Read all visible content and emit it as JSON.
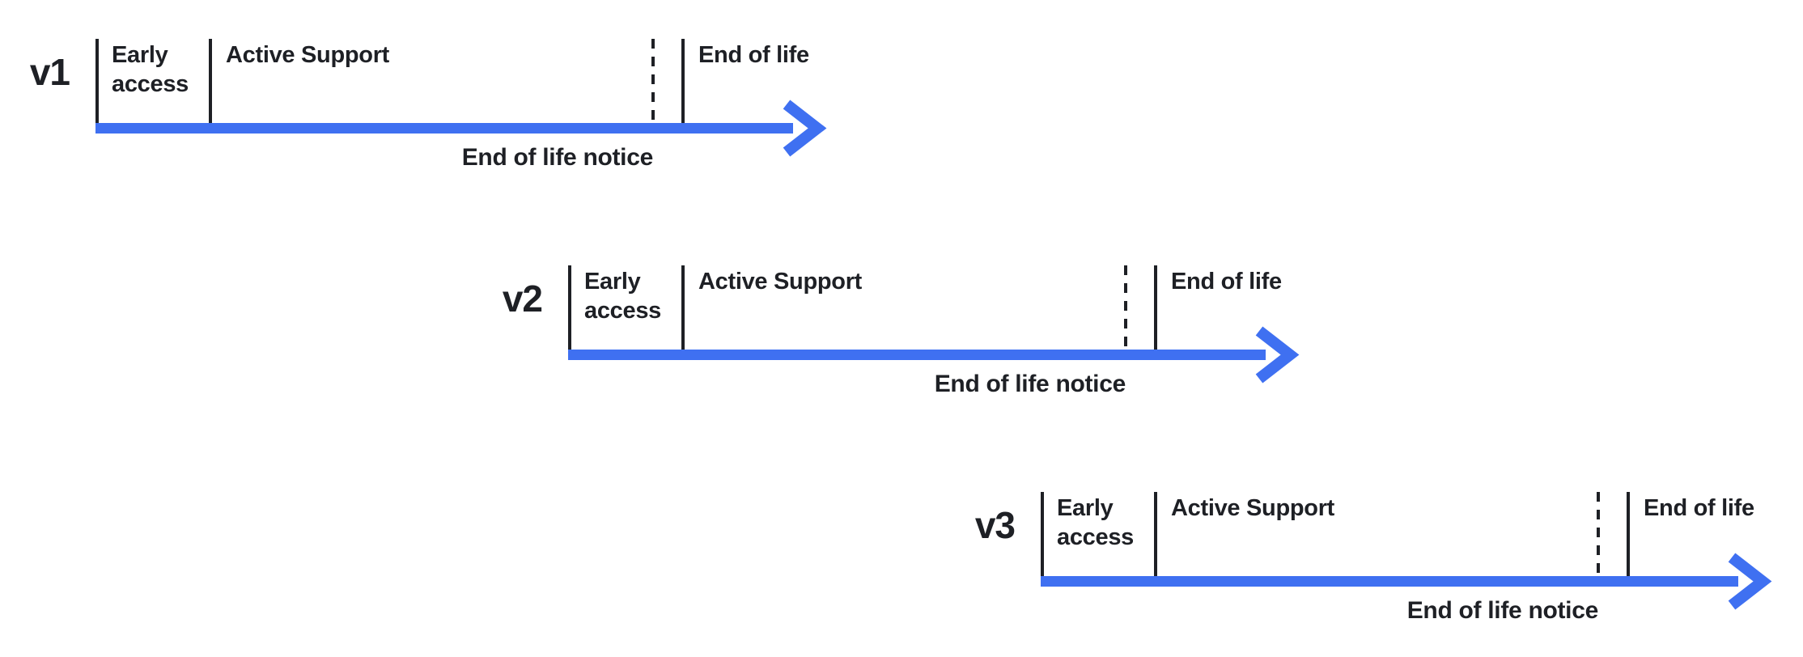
{
  "diagram": {
    "colors": {
      "arrow_blue": "#3F70F1",
      "ink": "#1E2025",
      "background": "#FFFFFF"
    },
    "timelines": [
      {
        "version": "v1",
        "labels": {
          "early_access": "Early access",
          "active_support": "Active Support",
          "end_of_life": "End of life",
          "end_of_life_notice": "End of life notice"
        }
      },
      {
        "version": "v2",
        "labels": {
          "early_access": "Early access",
          "active_support": "Active Support",
          "end_of_life": "End of life",
          "end_of_life_notice": "End of life notice"
        }
      },
      {
        "version": "v3",
        "labels": {
          "early_access": "Early access",
          "active_support": "Active Support",
          "end_of_life": "End of life",
          "end_of_life_notice": "End of life notice"
        }
      }
    ]
  }
}
